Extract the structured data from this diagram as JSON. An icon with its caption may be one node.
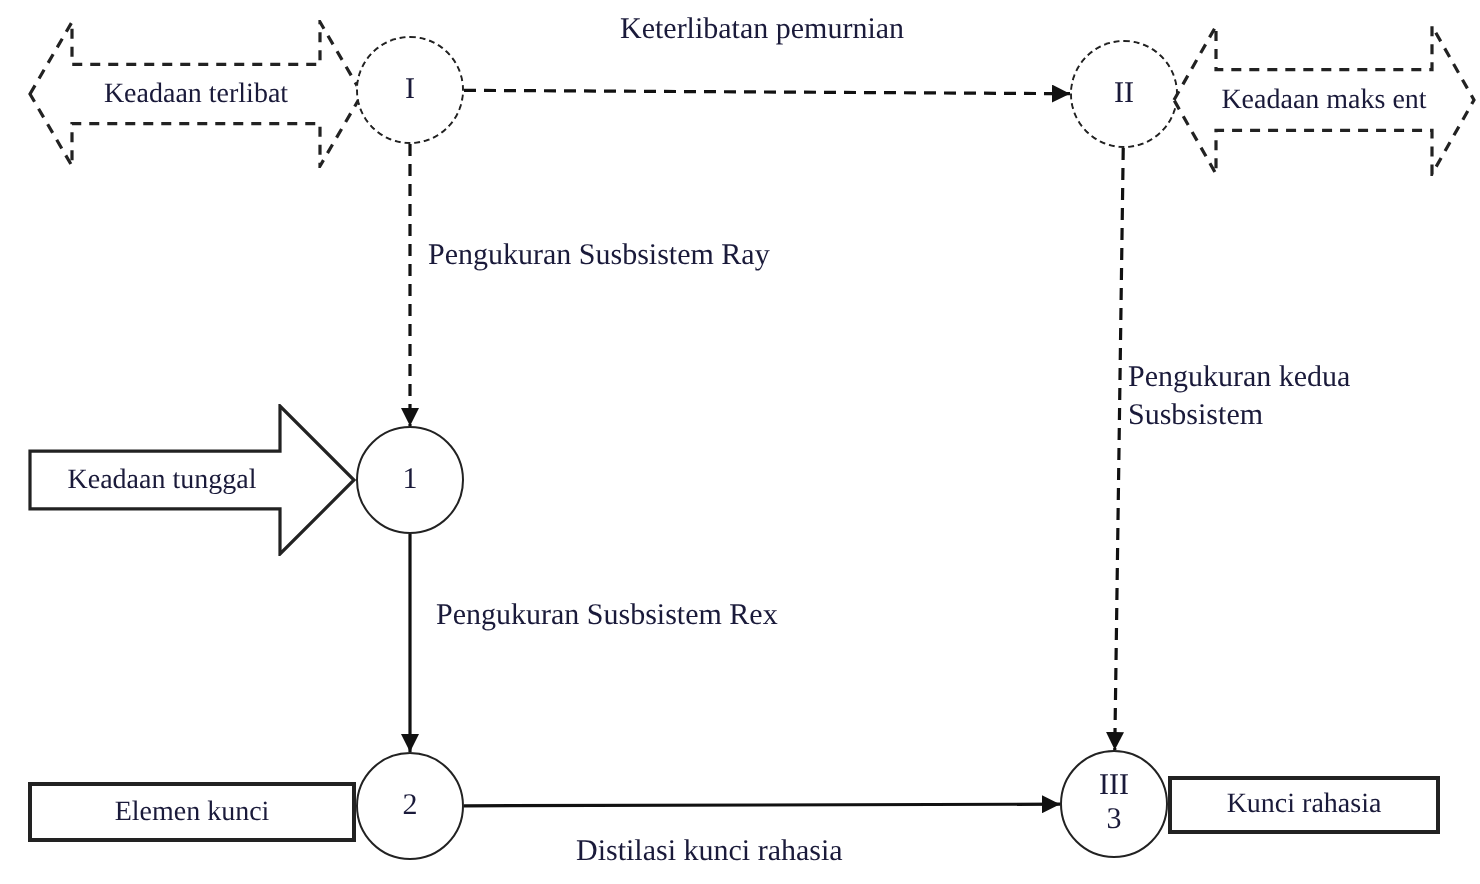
{
  "diagram": {
    "nodes": [
      {
        "text": [
          "Keadaan terlibat"
        ]
      },
      {
        "text": [
          "I"
        ]
      },
      {
        "text": [
          "II"
        ]
      },
      {
        "text": [
          "Keadaan maks ent"
        ]
      },
      {
        "text": [
          "Keadaan tunggal"
        ]
      },
      {
        "text": [
          "1"
        ]
      },
      {
        "text": [
          "Elemen kunci"
        ]
      },
      {
        "text": [
          "2"
        ]
      },
      {
        "text": [
          "III",
          "3"
        ]
      },
      {
        "text": [
          "Kunci rahasia"
        ]
      }
    ],
    "edges": [
      {
        "from": 1,
        "to": 2,
        "arrow": "to",
        "label": "Keterlibatan pemurnian",
        "style": "dashed"
      },
      {
        "from": 1,
        "to": 5,
        "arrow": "to",
        "label": "Pengukuran Susbsistem Ray",
        "style": "dashed"
      },
      {
        "from": 2,
        "to": 8,
        "arrow": "to",
        "label": "Pengukuran kedua Susbsistem",
        "style": "dashed"
      },
      {
        "from": 5,
        "to": 7,
        "arrow": "to",
        "label": "Pengukuran Susbsistem Rex"
      },
      {
        "from": 7,
        "to": 8,
        "arrow": "to",
        "label": "Distilasi kunci rahasia"
      }
    ]
  }
}
